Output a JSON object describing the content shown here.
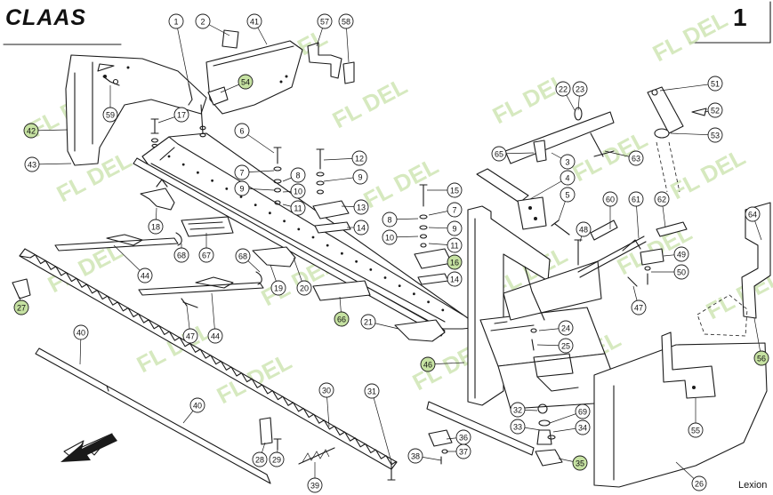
{
  "header": {
    "brand": "CLAAS",
    "page_number": "1"
  },
  "footer": {
    "model": "Lexion"
  },
  "watermark": {
    "text": "FL DEL",
    "color": "#cfe6b4"
  },
  "highlight_color": "#c6e2a2",
  "callouts": [
    {
      "id": "1",
      "hl": false
    },
    {
      "id": "2",
      "hl": false
    },
    {
      "id": "41",
      "hl": false
    },
    {
      "id": "57",
      "hl": false
    },
    {
      "id": "58",
      "hl": false
    },
    {
      "id": "54",
      "hl": true
    },
    {
      "id": "59",
      "hl": false
    },
    {
      "id": "17",
      "hl": false
    },
    {
      "id": "42",
      "hl": true
    },
    {
      "id": "43",
      "hl": false
    },
    {
      "id": "6",
      "hl": false
    },
    {
      "id": "12",
      "hl": false
    },
    {
      "id": "7",
      "hl": false
    },
    {
      "id": "8",
      "hl": false
    },
    {
      "id": "9",
      "hl": false
    },
    {
      "id": "9",
      "hl": false
    },
    {
      "id": "10",
      "hl": false
    },
    {
      "id": "11",
      "hl": false
    },
    {
      "id": "13",
      "hl": false
    },
    {
      "id": "14",
      "hl": false
    },
    {
      "id": "15",
      "hl": false
    },
    {
      "id": "7",
      "hl": false
    },
    {
      "id": "8",
      "hl": false
    },
    {
      "id": "9",
      "hl": false
    },
    {
      "id": "10",
      "hl": false
    },
    {
      "id": "11",
      "hl": false
    },
    {
      "id": "16",
      "hl": true
    },
    {
      "id": "14",
      "hl": false
    },
    {
      "id": "18",
      "hl": false
    },
    {
      "id": "67",
      "hl": false
    },
    {
      "id": "68",
      "hl": false
    },
    {
      "id": "44",
      "hl": false
    },
    {
      "id": "68",
      "hl": false
    },
    {
      "id": "19",
      "hl": false
    },
    {
      "id": "20",
      "hl": false
    },
    {
      "id": "66",
      "hl": true
    },
    {
      "id": "21",
      "hl": false
    },
    {
      "id": "47",
      "hl": false
    },
    {
      "id": "44",
      "hl": false
    },
    {
      "id": "27",
      "hl": true
    },
    {
      "id": "40",
      "hl": false
    },
    {
      "id": "40",
      "hl": false
    },
    {
      "id": "30",
      "hl": false
    },
    {
      "id": "31",
      "hl": false
    },
    {
      "id": "28",
      "hl": false
    },
    {
      "id": "29",
      "hl": false
    },
    {
      "id": "39",
      "hl": false
    },
    {
      "id": "36",
      "hl": false
    },
    {
      "id": "37",
      "hl": false
    },
    {
      "id": "38",
      "hl": false
    },
    {
      "id": "22",
      "hl": false
    },
    {
      "id": "23",
      "hl": false
    },
    {
      "id": "65",
      "hl": false
    },
    {
      "id": "3",
      "hl": false
    },
    {
      "id": "4",
      "hl": false
    },
    {
      "id": "63",
      "hl": false
    },
    {
      "id": "5",
      "hl": false
    },
    {
      "id": "60",
      "hl": false
    },
    {
      "id": "61",
      "hl": false
    },
    {
      "id": "62",
      "hl": false
    },
    {
      "id": "48",
      "hl": false
    },
    {
      "id": "49",
      "hl": false
    },
    {
      "id": "50",
      "hl": false
    },
    {
      "id": "47",
      "hl": false
    },
    {
      "id": "51",
      "hl": false
    },
    {
      "id": "52",
      "hl": false
    },
    {
      "id": "53",
      "hl": false
    },
    {
      "id": "64",
      "hl": false
    },
    {
      "id": "56",
      "hl": true
    },
    {
      "id": "24",
      "hl": false
    },
    {
      "id": "25",
      "hl": false
    },
    {
      "id": "46",
      "hl": true
    },
    {
      "id": "32",
      "hl": false
    },
    {
      "id": "69",
      "hl": false
    },
    {
      "id": "33",
      "hl": false
    },
    {
      "id": "34",
      "hl": false
    },
    {
      "id": "35",
      "hl": true
    },
    {
      "id": "55",
      "hl": false
    },
    {
      "id": "26",
      "hl": false
    }
  ]
}
